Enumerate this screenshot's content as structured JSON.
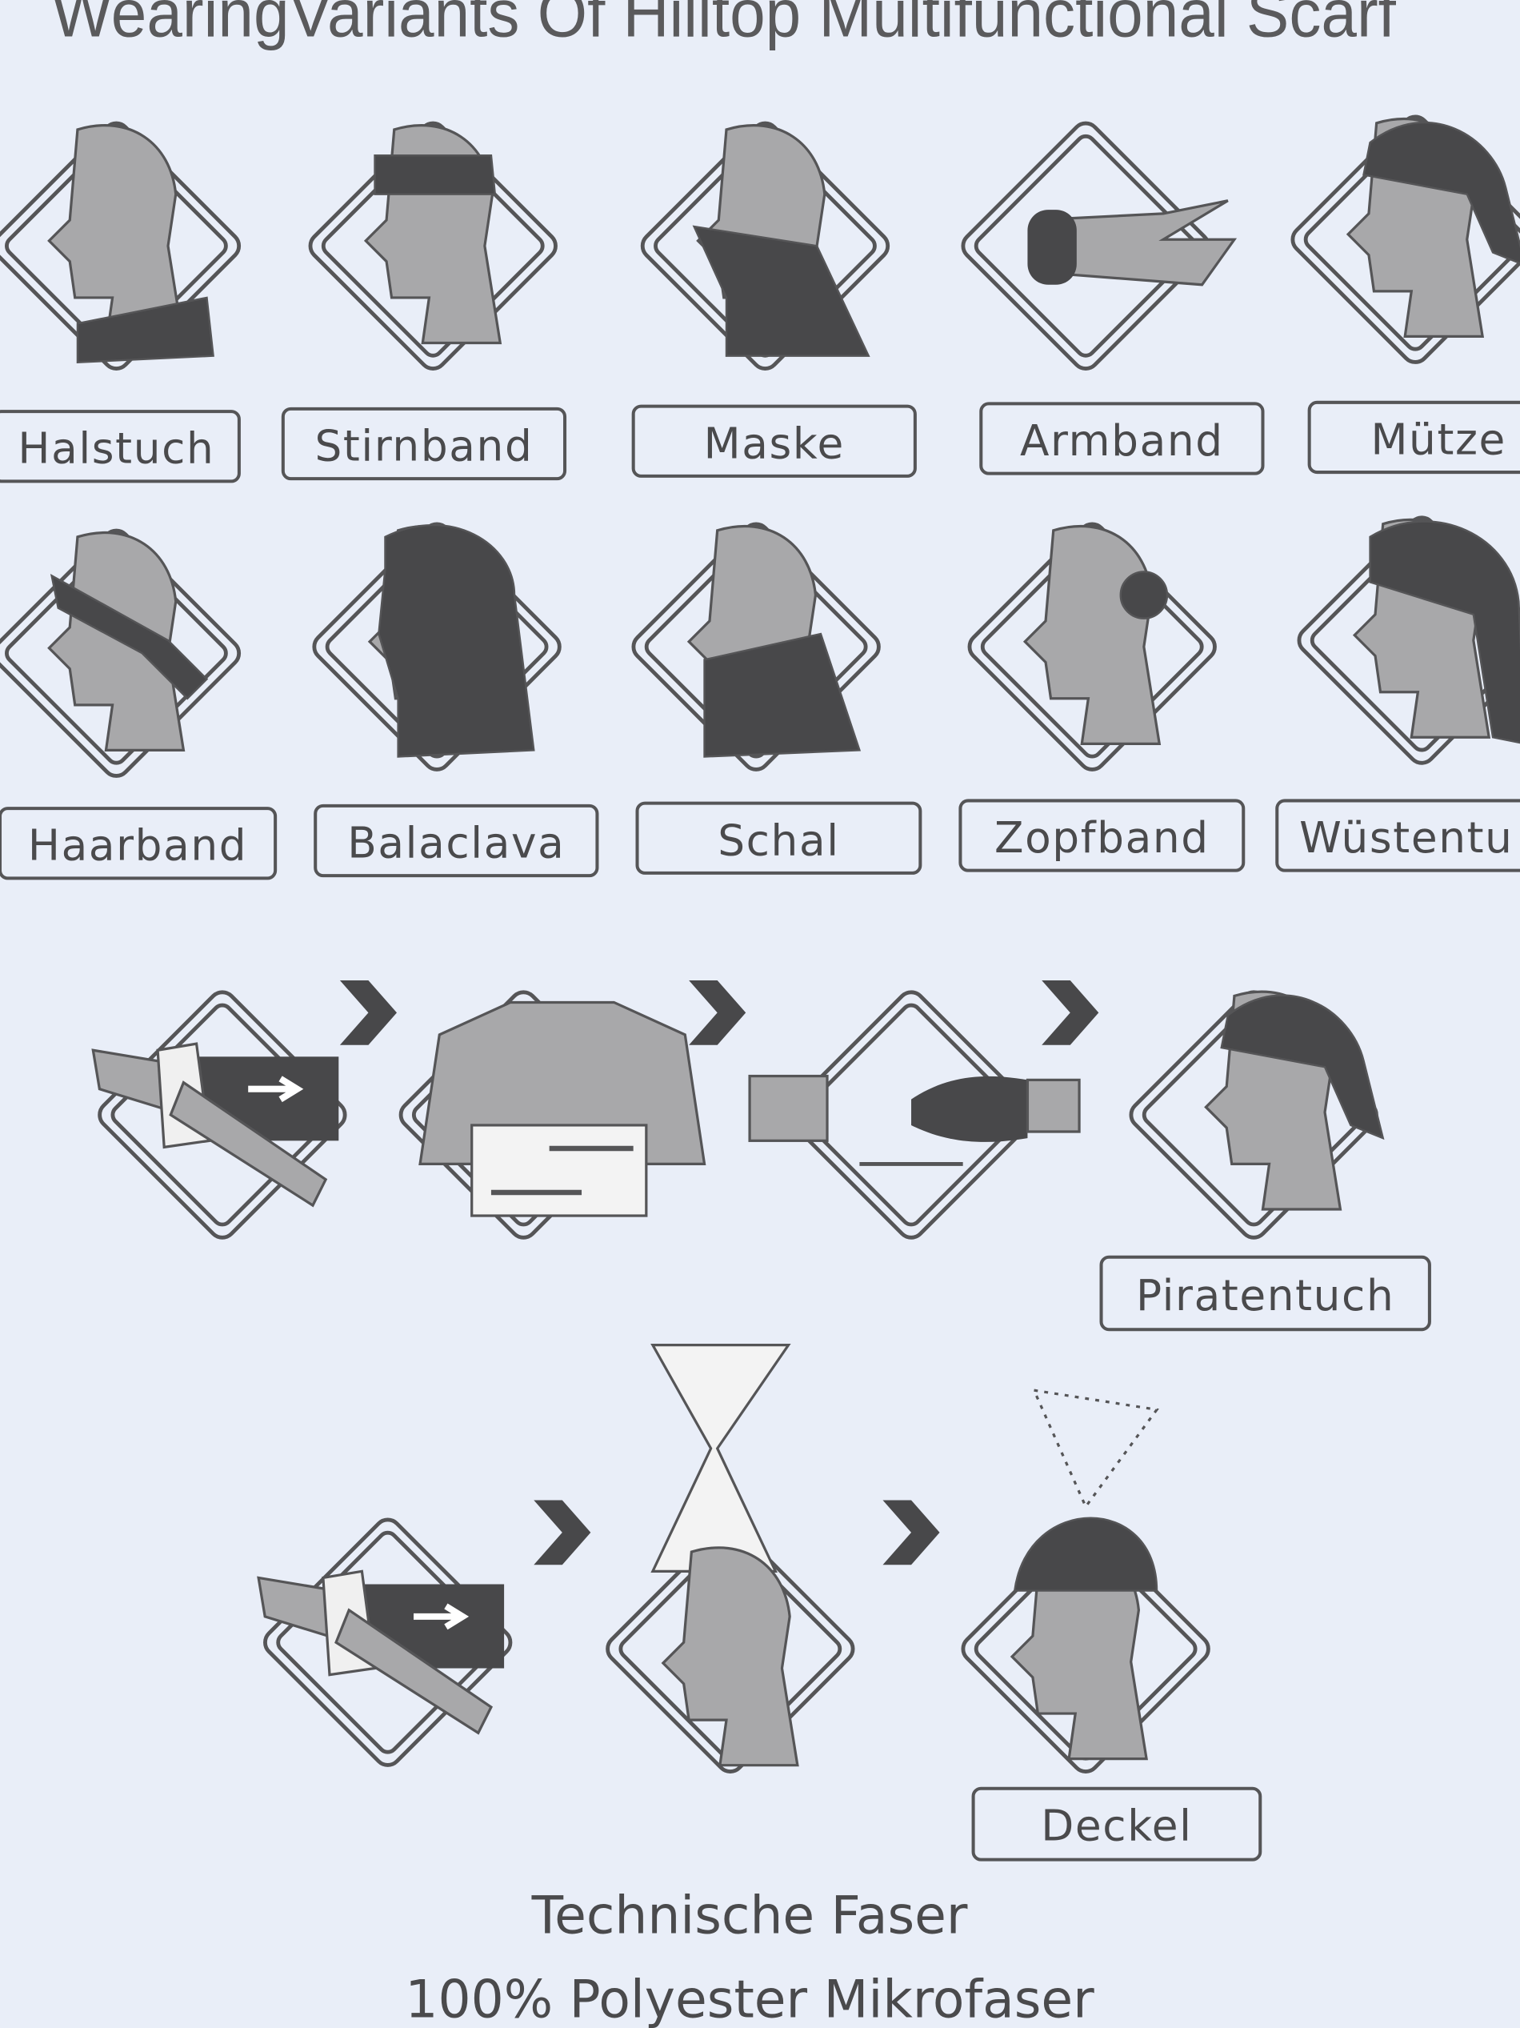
{
  "title": "WearingVariants Of Hilltop Multifunctional Scarf",
  "variants": [
    {
      "label": "Halstuch"
    },
    {
      "label": "Stirnband"
    },
    {
      "label": "Maske"
    },
    {
      "label": "Armband"
    },
    {
      "label": "Mütze"
    },
    {
      "label": "Haarband"
    },
    {
      "label": "Balaclava"
    },
    {
      "label": "Schal"
    },
    {
      "label": "Zopfband"
    },
    {
      "label": "Wüstentu"
    }
  ],
  "sequences": {
    "pirate_label": "Piratentuch",
    "cap_label": "Deckel"
  },
  "footer": {
    "line1": "Technische Faser",
    "line2": "100% Polyester Mikrofaser"
  },
  "colors": {
    "background": "#e9eef8",
    "skin_gray": "#a8a8aa",
    "scarf_dark": "#48484a",
    "outline": "#555557"
  }
}
